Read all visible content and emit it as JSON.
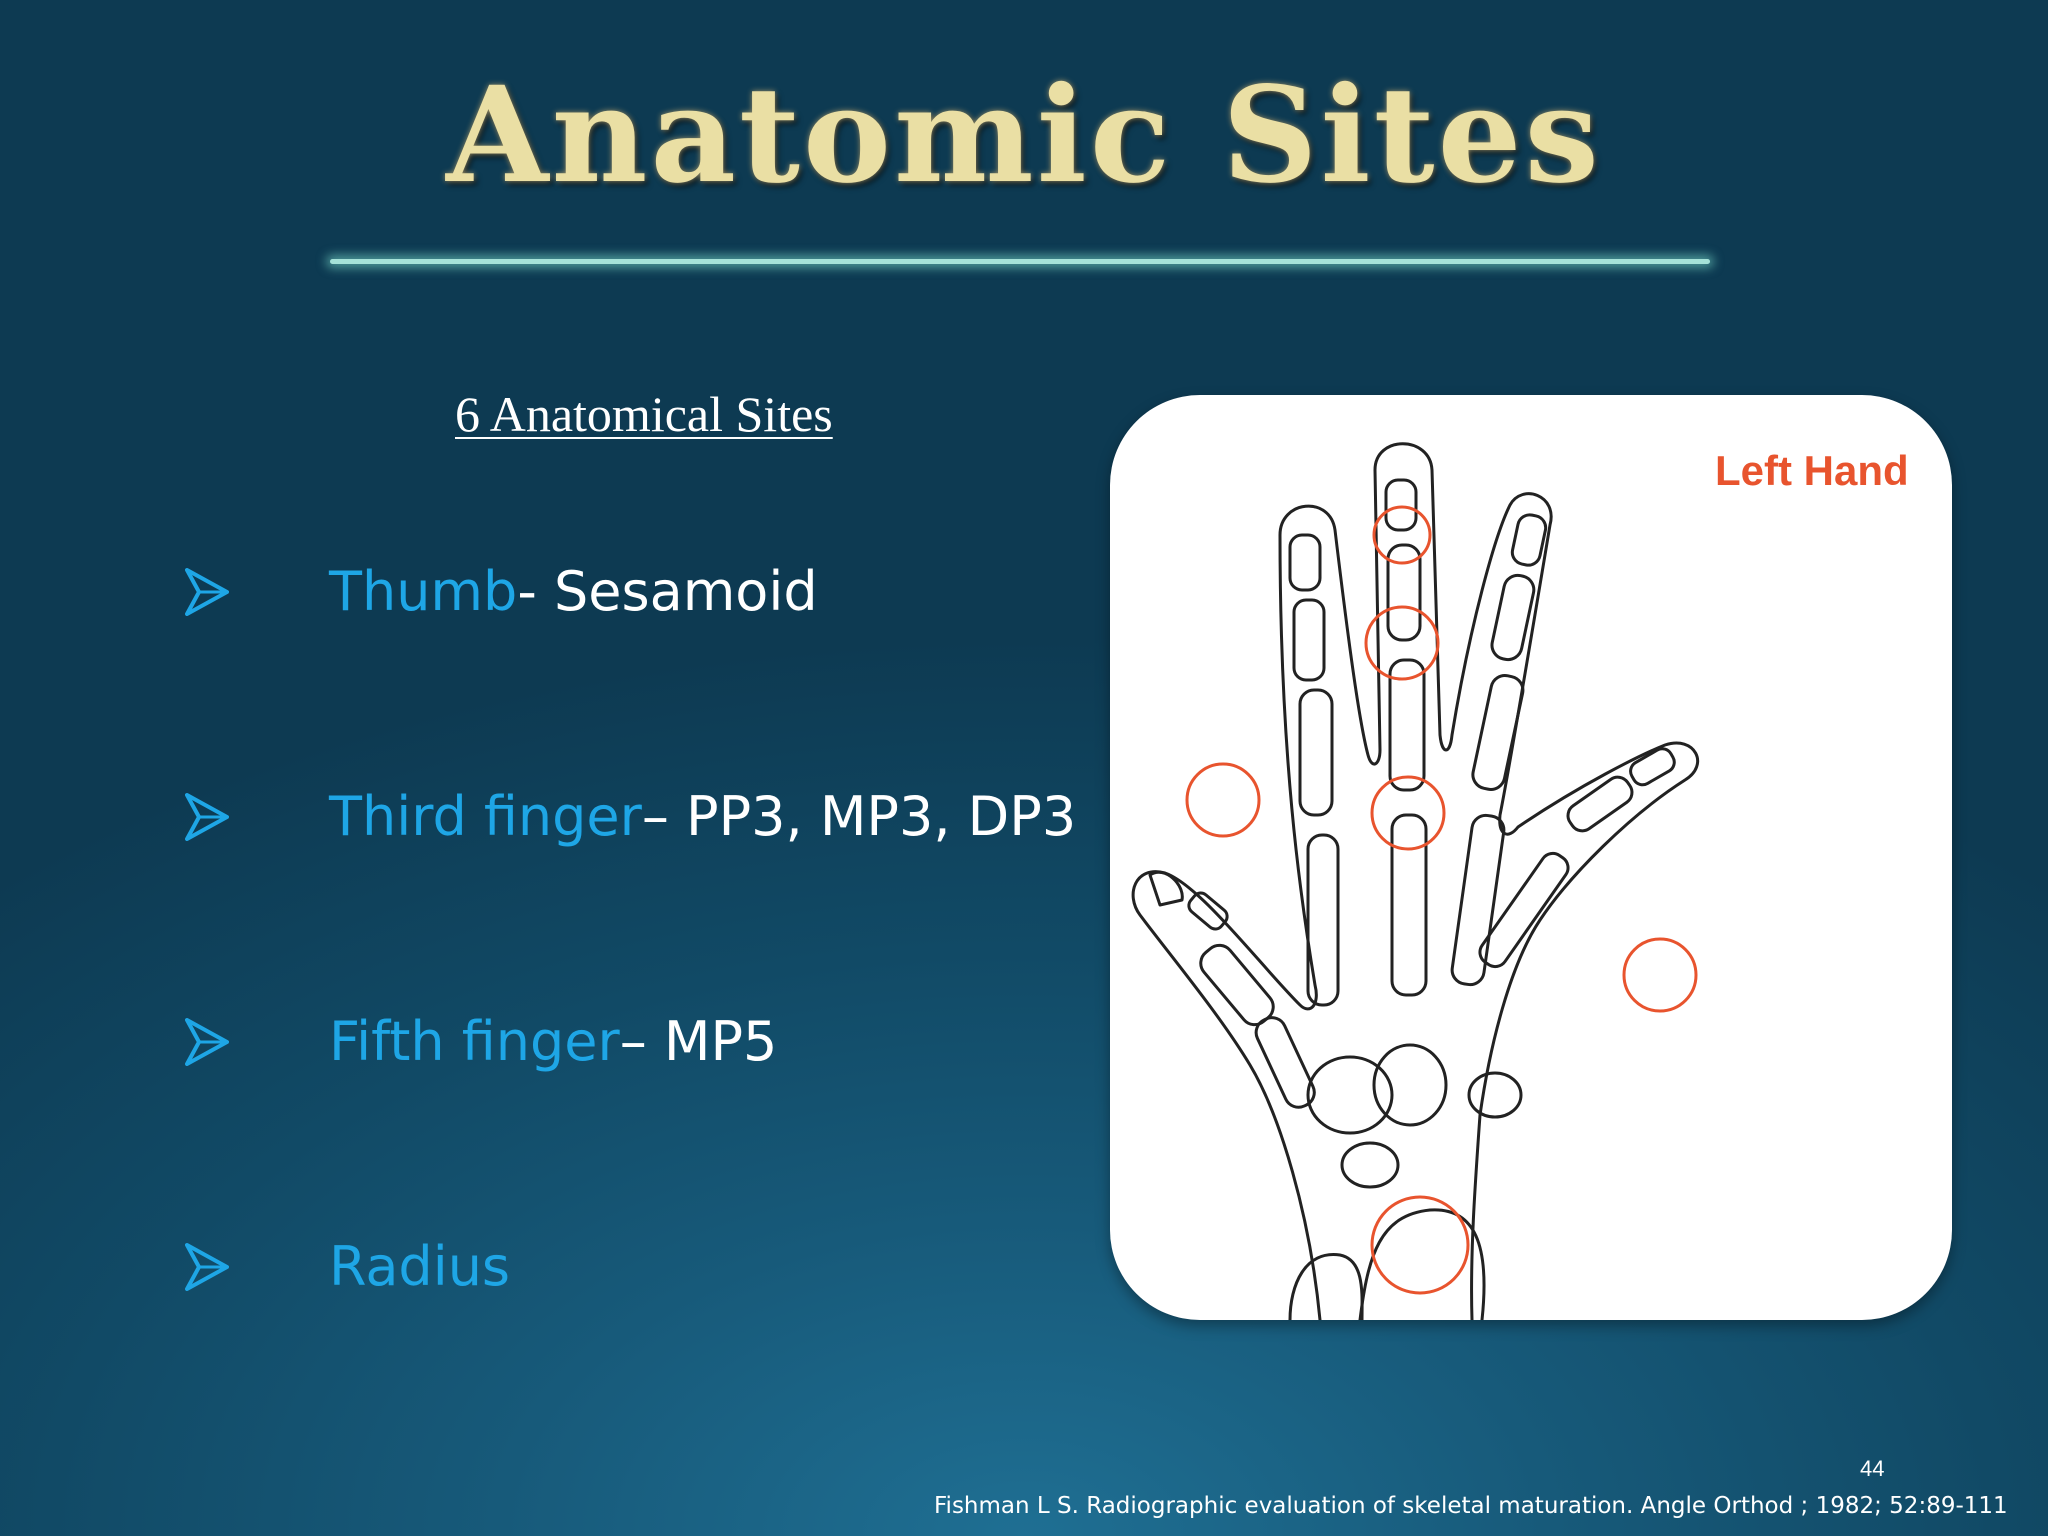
{
  "slide": {
    "title": "Anatomic Sites",
    "subtitle": "6 Anatomical Sites",
    "bullets": [
      {
        "highlight": "Thumb",
        "rest": " - Sesamoid"
      },
      {
        "highlight": "Third finger",
        "rest": " – PP3, MP3, DP3"
      },
      {
        "highlight": "Fifth finger",
        "rest": " – MP5"
      },
      {
        "highlight": "Radius",
        "rest": ""
      }
    ],
    "figure": {
      "label": "Left Hand",
      "marker_color": "#e8542e"
    },
    "page_number": "44",
    "citation": "Fishman L S.  Radiographic evaluation of skeletal maturation. Angle Orthod ; 1982; 52:89-111",
    "colors": {
      "title": "#eadfa4",
      "highlight": "#1ea6e6",
      "text": "#ffffff"
    },
    "icons": {
      "bullet": "arrowhead-bullet-icon"
    }
  }
}
